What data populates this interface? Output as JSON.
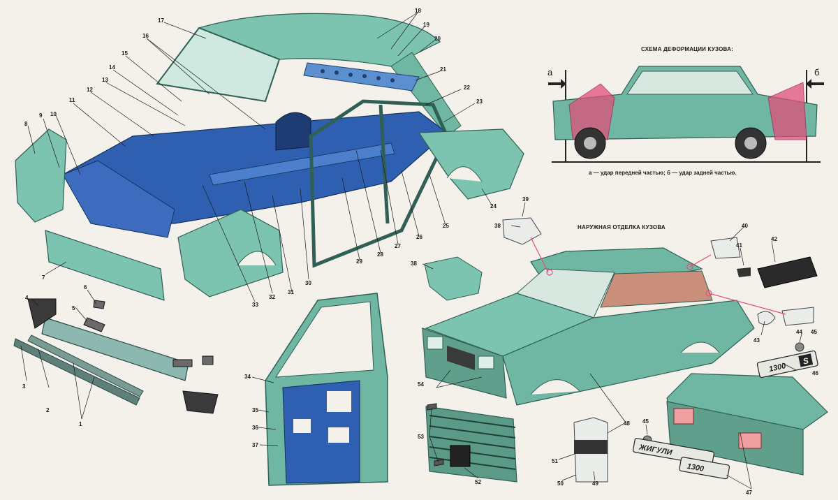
{
  "scheme": {
    "title": "СХЕМА ДЕФОРМАЦИИ КУЗОВА:",
    "label_a": "а",
    "label_b": "б",
    "caption": "а — удар передней частью; б — удар задней частью."
  },
  "trim": {
    "title": "НАРУЖНАЯ ОТДЕЛКА КУЗОВА"
  },
  "badges": {
    "model": "1300",
    "model_s": "S",
    "name": "ЖИГУЛИ",
    "name_model": "1300"
  },
  "callouts": [
    "1",
    "2",
    "3",
    "4",
    "5",
    "6",
    "7",
    "8",
    "9",
    "10",
    "11",
    "12",
    "13",
    "14",
    "15",
    "16",
    "17",
    "18",
    "19",
    "20",
    "21",
    "22",
    "23",
    "24",
    "25",
    "26",
    "27",
    "28",
    "29",
    "30",
    "31",
    "32",
    "33",
    "34",
    "35",
    "36",
    "37",
    "38",
    "38",
    "39",
    "40",
    "41",
    "42",
    "43",
    "44",
    "45",
    "45",
    "46",
    "47",
    "48",
    "49",
    "50",
    "51",
    "52",
    "53",
    "54"
  ],
  "colors": {
    "body_green": "#6fb7a3",
    "floor_blue": "#2f5fb0",
    "deform_pink": "#e0507a",
    "background": "#f3f1ea"
  }
}
